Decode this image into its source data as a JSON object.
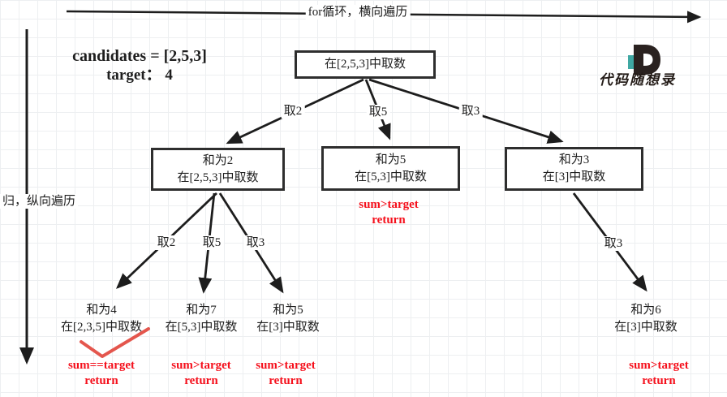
{
  "header": {
    "top_arrow_label": "for循环，横向遍历",
    "left_arrow_label": "归，纵向遍历",
    "problem": {
      "line1": "candidates = [2,5,3]",
      "target_label": "target：",
      "target_value": "4"
    }
  },
  "logo": {
    "brand": "代码随想录",
    "letter": "D",
    "teal": "#3fa8a3",
    "dark": "#2a2220"
  },
  "colors": {
    "line": "#1d1d1d",
    "red_text": "#f5101c",
    "check_red": "#e4564d",
    "box_border": "#2e2e2e"
  },
  "tree": {
    "root": {
      "text": "在[2,5,3]中取数"
    },
    "level1_edges": [
      "取2",
      "取5",
      "取3"
    ],
    "level2": [
      {
        "line1": "和为2",
        "line2": "在[2,5,3]中取数"
      },
      {
        "line1": "和为5",
        "line2": "在[5,3]中取数",
        "status": [
          "sum>target",
          "return"
        ]
      },
      {
        "line1": "和为3",
        "line2": "在[3]中取数"
      }
    ],
    "level2_edges": [
      "取2",
      "取5",
      "取3"
    ],
    "right_edge": "取3",
    "leaves": [
      {
        "line1": "和为4",
        "line2": "在[2,3,5]中取数",
        "status": [
          "sum==target",
          "return"
        ],
        "check": true
      },
      {
        "line1": "和为7",
        "line2": "在[5,3]中取数",
        "status": [
          "sum>target",
          "return"
        ]
      },
      {
        "line1": "和为5",
        "line2": "在[3]中取数",
        "status": [
          "sum>target",
          "return"
        ]
      },
      {
        "line1": "和为6",
        "line2": "在[3]中取数",
        "status": [
          "sum>target",
          "return"
        ]
      }
    ]
  }
}
